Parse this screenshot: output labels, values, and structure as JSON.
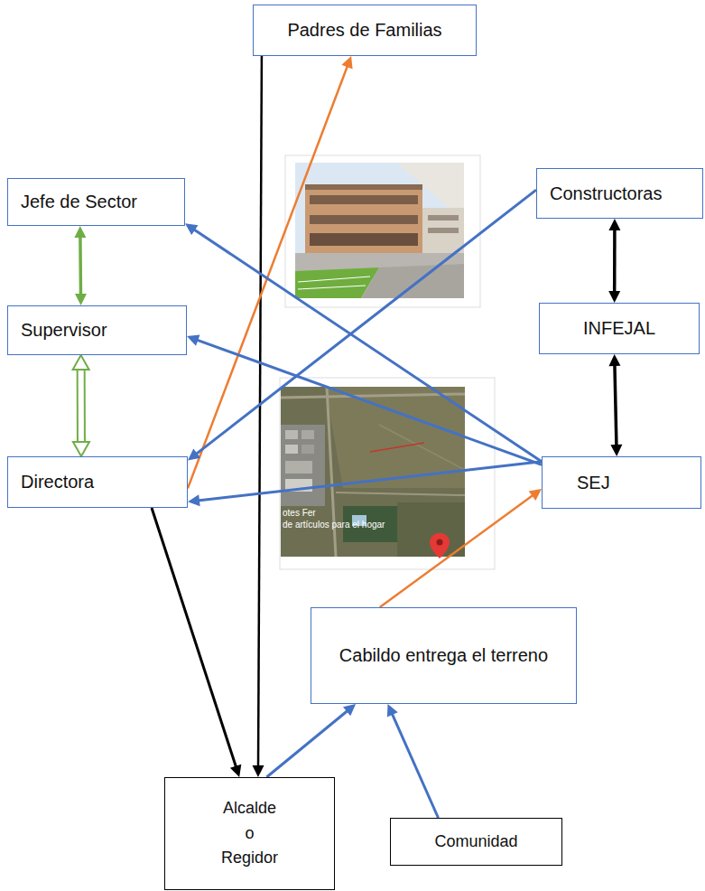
{
  "diagram": {
    "nodes": [
      {
        "text": [
          "Padres de Familias"
        ]
      },
      {
        "text": [
          "Jefe de Sector"
        ]
      },
      {
        "text": [
          "Constructoras"
        ]
      },
      {
        "text": [
          "Supervisor"
        ]
      },
      {
        "text": [
          "INFEJAL"
        ]
      },
      {
        "text": [
          "Directora"
        ]
      },
      {
        "text": [
          "SEJ"
        ]
      },
      {
        "text": [
          "Cabildo entrega el terreno"
        ]
      },
      {
        "text": [
          "Alcalde o Regidor"
        ]
      },
      {
        "text": [
          "Comunidad"
        ]
      }
    ],
    "edges": [
      {
        "from": 0,
        "to": 8,
        "arrow": "to"
      },
      {
        "from": 5,
        "to": 0,
        "arrow": "to"
      },
      {
        "from": 1,
        "to": 3,
        "arrow": "both"
      },
      {
        "from": 3,
        "to": 5,
        "arrow": "both"
      },
      {
        "from": 2,
        "to": 5,
        "arrow": "to"
      },
      {
        "from": 2,
        "to": 4,
        "arrow": "both"
      },
      {
        "from": 4,
        "to": 6,
        "arrow": "both"
      },
      {
        "from": 6,
        "to": 1,
        "arrow": "to"
      },
      {
        "from": 6,
        "to": 3,
        "arrow": "to"
      },
      {
        "from": 6,
        "to": 5,
        "arrow": "to"
      },
      {
        "from": 5,
        "to": 8,
        "arrow": "to"
      },
      {
        "from": 8,
        "to": 7,
        "arrow": "to"
      },
      {
        "from": 9,
        "to": 7,
        "arrow": "to"
      },
      {
        "from": 7,
        "to": 6,
        "arrow": "to"
      }
    ],
    "labels": [
      "otes Fer",
      "de artículos para el hogar"
    ]
  }
}
